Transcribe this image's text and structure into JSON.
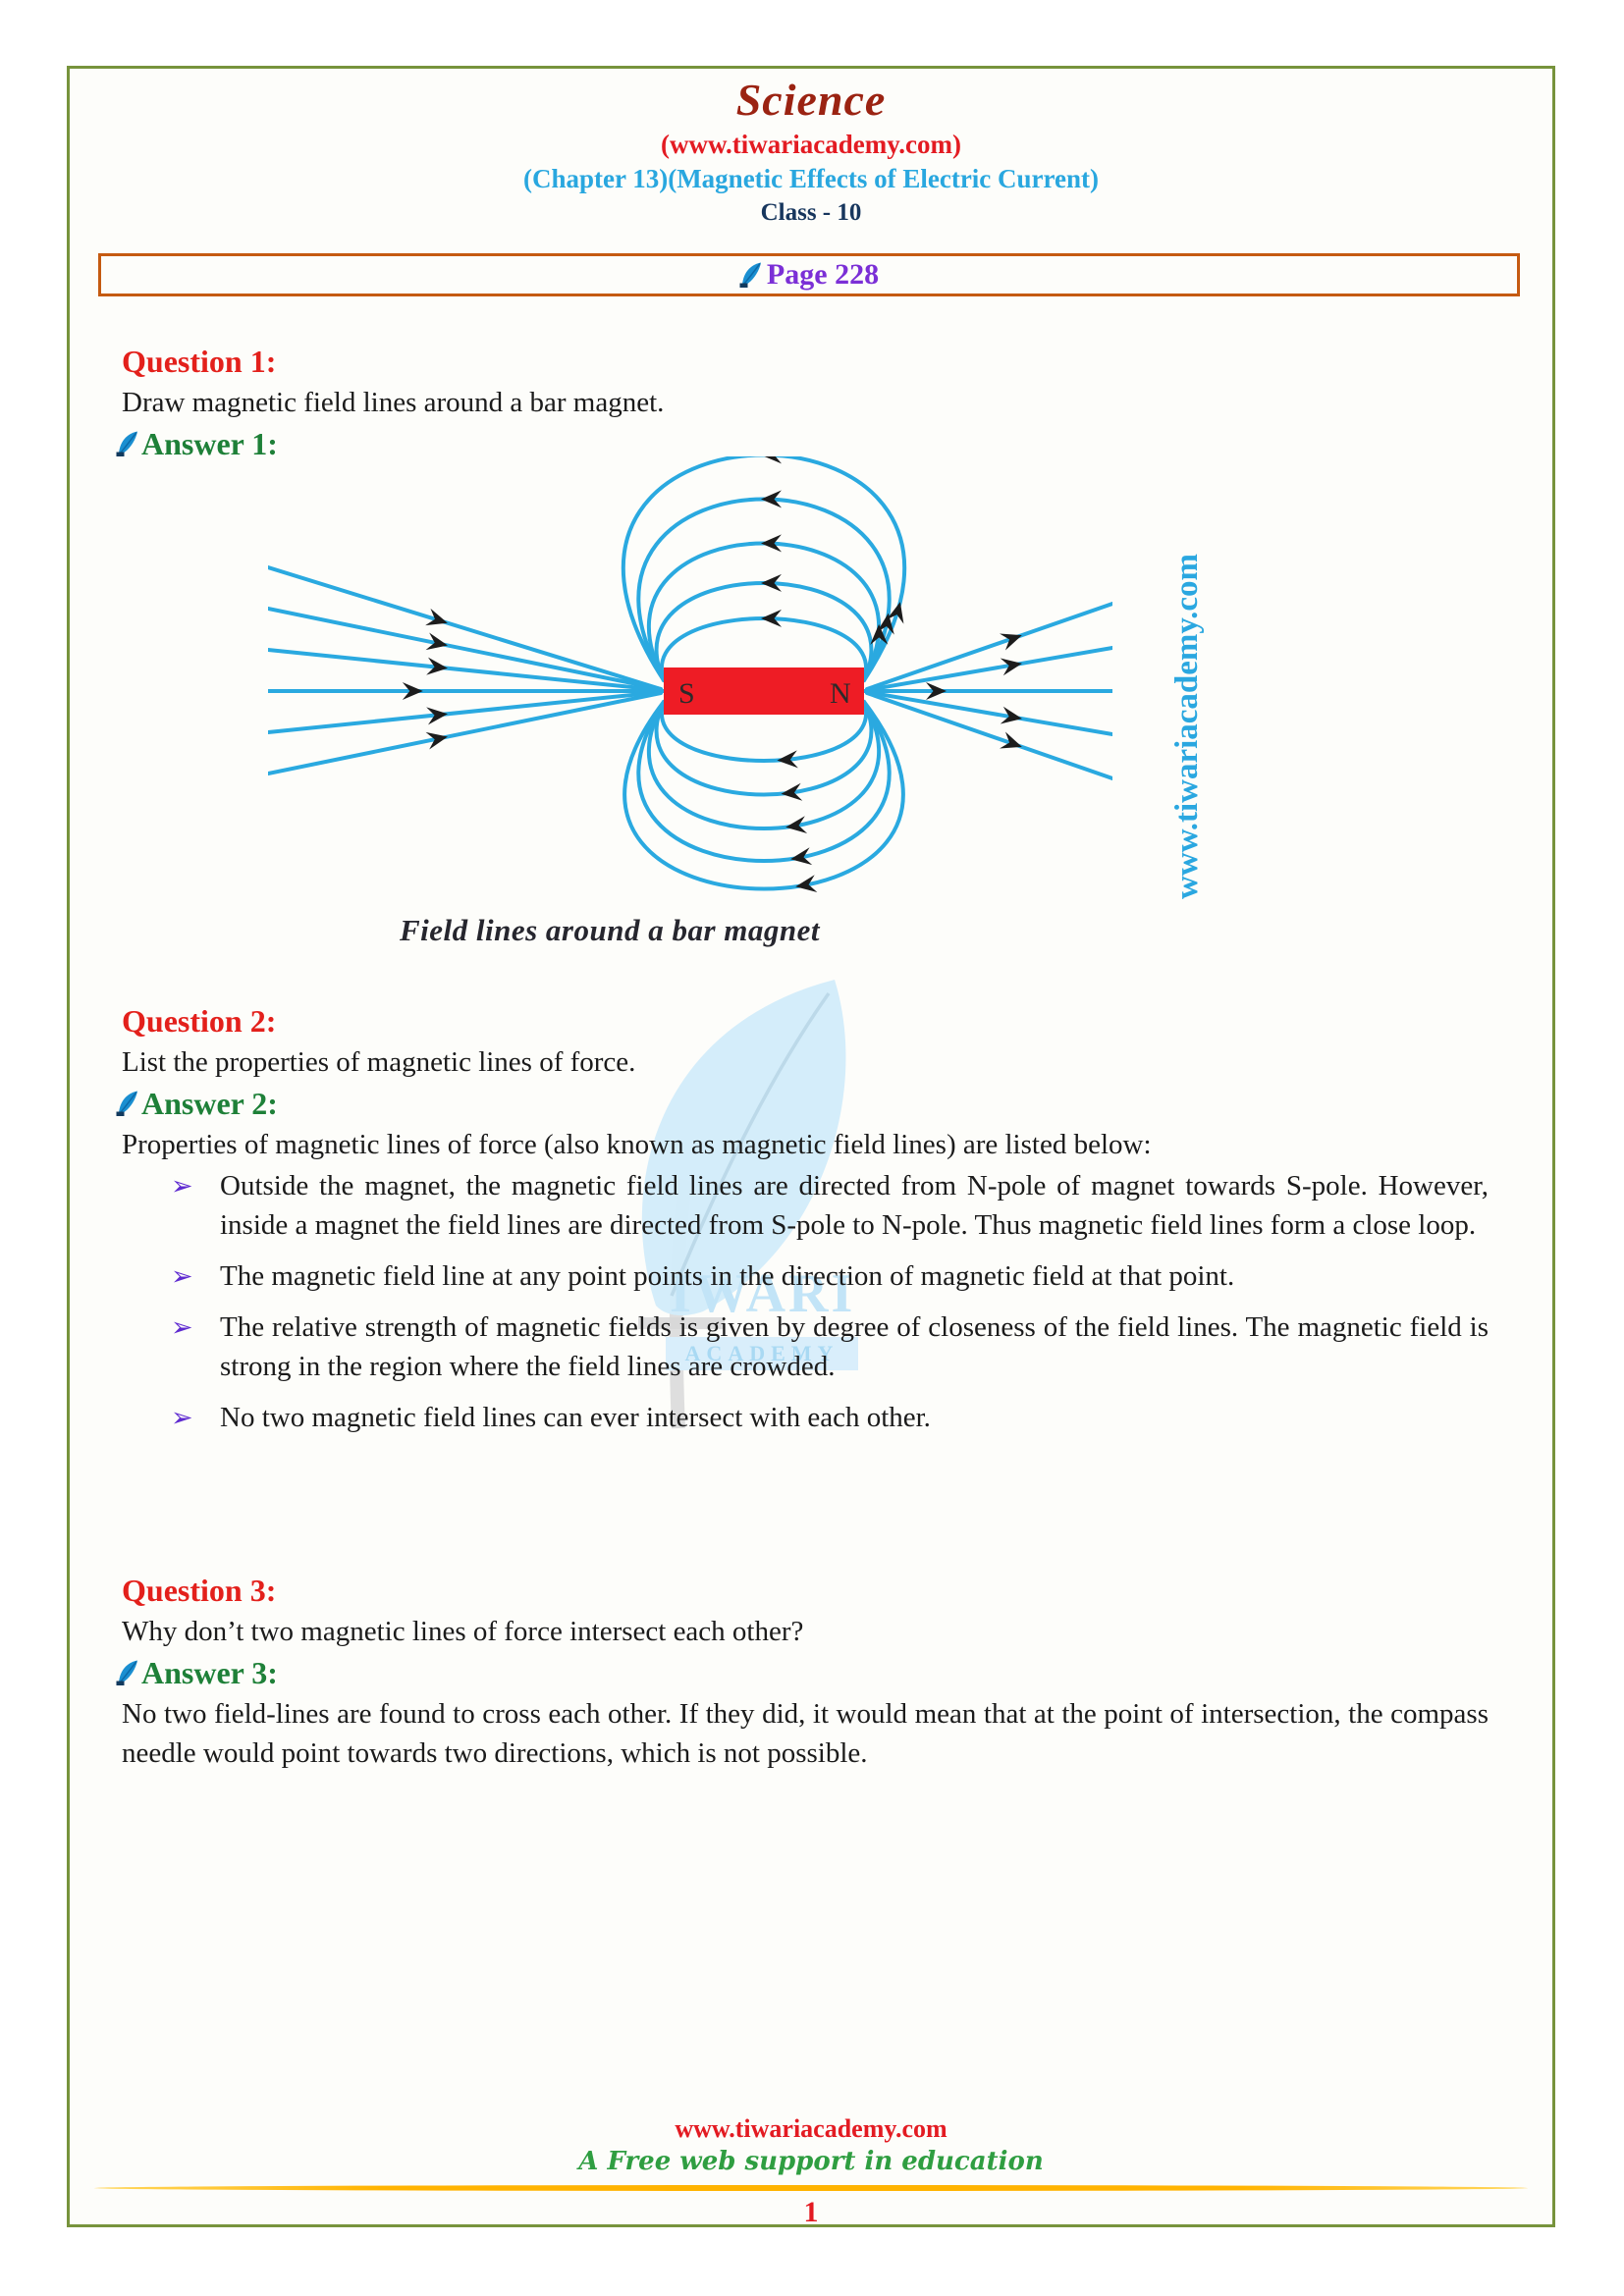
{
  "header": {
    "title": "Science",
    "site": "(www.tiwariacademy.com)",
    "chapter": "(Chapter 13)(Magnetic Effects of Electric Current)",
    "class_line": "Class - 10"
  },
  "banner": {
    "label": "Page 228"
  },
  "questions": [
    {
      "q_label": "Question 1:",
      "q_text": "Draw magnetic field lines around a bar magnet.",
      "a_label": "Answer 1:"
    },
    {
      "q_label": "Question 2:",
      "q_text": "List the properties of magnetic lines of force.",
      "a_label": "Answer 2:",
      "a_intro": "Properties of magnetic lines of force (also known as magnetic field lines) are listed below:",
      "bullets": [
        "Outside the magnet, the magnetic field lines are directed from N-pole of magnet towards S-pole. However, inside a magnet the field lines are directed from S-pole to N-pole. Thus magnetic field lines form a close loop.",
        "The magnetic field line at any point points in the direction of magnetic field at that point.",
        "The relative strength of magnetic fields is given by degree of closeness of the field lines. The magnetic field is strong in the region where the field lines are crowded.",
        "No two magnetic field lines can ever intersect with each other."
      ]
    },
    {
      "q_label": "Question 3:",
      "q_text": "Why don’t two magnetic lines of force intersect each other?",
      "a_label": "Answer 3:",
      "a_text": "No two field-lines are found to cross each other. If they did, it would mean that at the point of intersection, the compass needle would point towards two directions, which is not possible."
    }
  ],
  "diagram": {
    "south": "S",
    "north": "N",
    "caption": "Field lines around a bar magnet"
  },
  "watermark": {
    "vertical": "www.tiwariacademy.com",
    "logo_top": "IWARI",
    "logo_bottom": "ACADEMY"
  },
  "footer": {
    "site": "www.tiwariacademy.com",
    "tagline": "A Free web support in education",
    "page_number": "1"
  },
  "colors": {
    "frame_green": "#77933c",
    "banner_border_orange": "#c55a11",
    "heading_red": "#e3201b",
    "answer_green": "#1e8038",
    "banner_purple": "#7b2fd6",
    "bullet_purple": "#5f2bd0",
    "field_line_blue": "#2aa9e0",
    "magnet_red": "#ee1c25",
    "watermark_cyan": "#2aa7e0",
    "chapter_cyan": "#29a7df",
    "title_maroon": "#9b2312",
    "footer_yellow": "#ffb300"
  }
}
